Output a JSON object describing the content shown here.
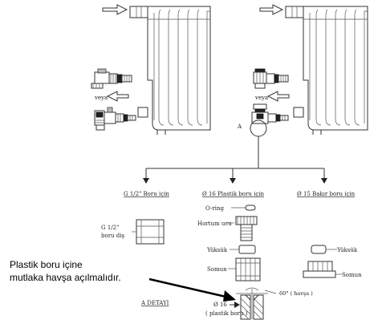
{
  "note": {
    "line1": "Plastik boru içine",
    "line2": "mutlaka havşa açılmalıdır."
  },
  "labels": {
    "veya_left": "veya",
    "veya_center": "veya",
    "detail_marker": "A",
    "detail_title": "A DETAYI"
  },
  "columns": [
    {
      "header": "G 1/2\" Boru için"
    },
    {
      "header": "Ø 16 Plastik boru için"
    },
    {
      "header": "Ø 15 Bakır boru için"
    }
  ],
  "parts_left": {
    "thread_line1": "G 1/2\"",
    "thread_line2": "boru diş"
  },
  "parts_center": {
    "oring": "O-ring",
    "hose": "Hortum ucu",
    "ring": "Yüksük",
    "nut": "Somun"
  },
  "parts_right": {
    "ring": "Yüksük",
    "nut": "Somun"
  },
  "detail": {
    "angle": "60° ( havşa )",
    "diameter": "Ø 16",
    "pipe": "( plastik boru )"
  }
}
